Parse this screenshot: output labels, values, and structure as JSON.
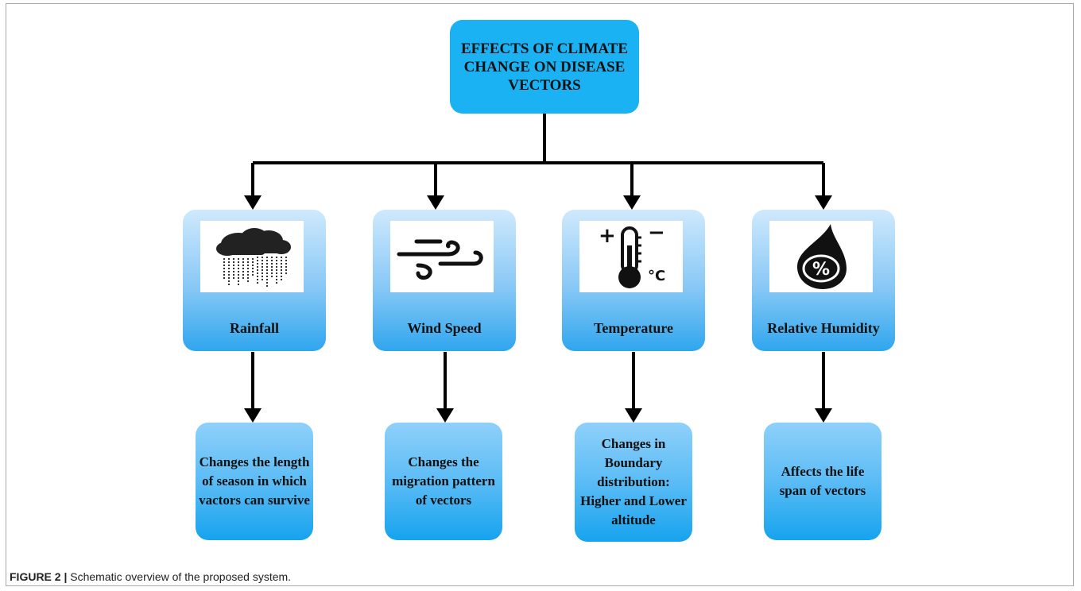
{
  "diagram": {
    "root": {
      "label": "EFFECTS OF CLIMATE CHANGE ON DISEASE VECTORS"
    },
    "factors": [
      {
        "label": "Rainfall",
        "icon": "rain-cloud-icon",
        "effect": "Changes the length of season in which vactors can survive"
      },
      {
        "label": "Wind Speed",
        "icon": "wind-icon",
        "effect": "Changes the migration pattern of vectors"
      },
      {
        "label": "Temperature",
        "icon": "thermometer-icon",
        "effect": "Changes in Boundary distribution: Higher and Lower altitude"
      },
      {
        "label": "Relative Humidity",
        "icon": "humidity-drop-icon",
        "effect": "Affects the life span of vectors"
      }
    ],
    "temperature_icon_text": {
      "plus": "+",
      "minus": "−",
      "unit": "°C"
    },
    "humidity_icon_text": "%"
  },
  "caption": {
    "label": "FIGURE 2 |",
    "text": " Schematic overview of the proposed system."
  },
  "colors": {
    "root_fill": "#1bb2f4",
    "factor_gradient_top": "#cfe9fc",
    "factor_gradient_bottom": "#2fa6ee",
    "effect_gradient_top": "#8fd0fa",
    "effect_gradient_bottom": "#16a3ee",
    "connector": "#000000"
  }
}
